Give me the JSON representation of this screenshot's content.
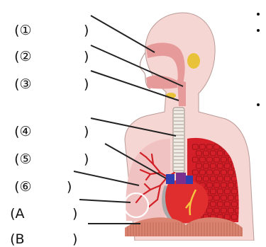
{
  "labels": [
    {
      "open": "(",
      "mark": "①",
      "close": ")"
    },
    {
      "open": "(",
      "mark": "②",
      "close": ")"
    },
    {
      "open": "(",
      "mark": "③",
      "close": ")"
    },
    {
      "open": "(",
      "mark": "④",
      "close": ")"
    },
    {
      "open": "(",
      "mark": "⑤",
      "close": ")"
    },
    {
      "open": "(",
      "mark": "⑥",
      "close": ")"
    },
    {
      "open": "(",
      "mark": "A",
      "close": ")"
    },
    {
      "open": "(",
      "mark": "B",
      "close": ")"
    }
  ],
  "colors": {
    "body": "#f6d6d3",
    "body_outline": "#b99a96",
    "airway": "#e79a9a",
    "gland": "#e8c239",
    "lung_left": "#f1c2c2",
    "lung_right": "#d41f28",
    "bronchi": "#d12127",
    "trachea": "#f0ece6",
    "heart": "#e02d2d",
    "heart_shadow": "#a9a9a9",
    "vessel_blue": "#2f3fb0",
    "vessel_purple": "#7b2f8e",
    "diaphragm": "#d98370",
    "highlight_circle": "#ffffff",
    "leader": "#222222"
  }
}
